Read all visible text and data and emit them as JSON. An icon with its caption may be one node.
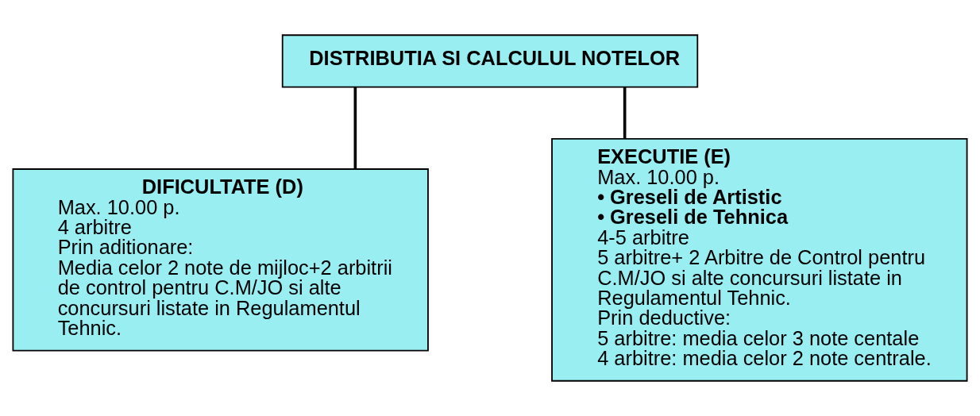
{
  "diagram": {
    "nodes": [
      {
        "text": [
          "DISTRIBUTIA SI CALCULUL NOTELOR"
        ]
      },
      {
        "text": [
          "DIFICULTATE (D)",
          "Max. 10.00 p.",
          "4 arbitre",
          "Prin aditionare:",
          "Media celor 2 note de mijloc+2 arbitrii de control pentru C.M/JO si alte concursuri listate in Regulamentul Tehnic."
        ]
      },
      {
        "text": [
          "EXECUTIE (E)",
          "Max. 10.00 p.",
          "• Greseli de Artistic",
          "• Greseli de Tehnica",
          "4-5 arbitre",
          "5 arbitre+ 2 Arbitre de Control pentru C.M/JO si alte concursuri listate in Regulamentul Tehnic.",
          "Prin deductive:",
          "5 arbitre: media celor 3 note centale",
          "4 arbitre: media celor 2 note centrale."
        ]
      }
    ],
    "edges": [
      {
        "from": 0,
        "to": 1,
        "arrow": "none"
      },
      {
        "from": 0,
        "to": 2,
        "arrow": "none"
      }
    ]
  }
}
